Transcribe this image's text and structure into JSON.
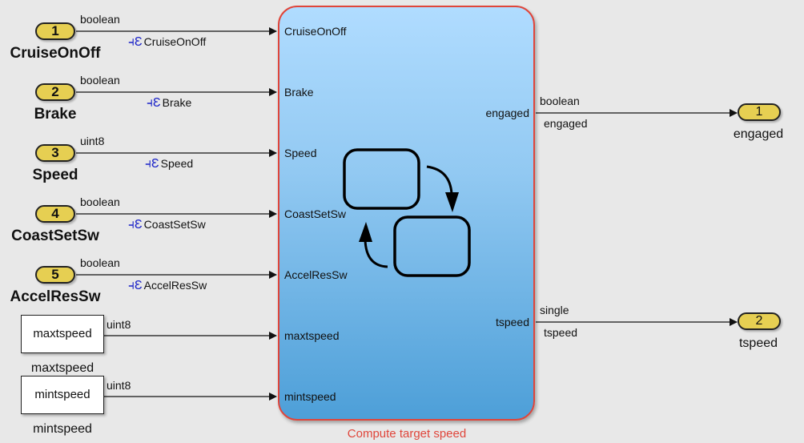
{
  "diagram": {
    "inports": [
      {
        "number": "1",
        "name": "CruiseOnOff",
        "dtype": "boolean",
        "signal": "CruiseOnOff"
      },
      {
        "number": "2",
        "name": "Brake",
        "dtype": "boolean",
        "signal": "Brake"
      },
      {
        "number": "3",
        "name": "Speed",
        "dtype": "uint8",
        "signal": "Speed"
      },
      {
        "number": "4",
        "name": "CoastSetSw",
        "dtype": "boolean",
        "signal": "CoastSetSw"
      },
      {
        "number": "5",
        "name": "AccelResSw",
        "dtype": "boolean",
        "signal": "AccelResSw"
      }
    ],
    "constants": [
      {
        "value": "maxtspeed",
        "name": "maxtspeed",
        "dtype": "uint8"
      },
      {
        "value": "mintspeed",
        "name": "mintspeed",
        "dtype": "uint8"
      }
    ],
    "signal_icon": "signal-resolution-icon",
    "chart": {
      "name": "Compute target speed",
      "input_ports": [
        "CruiseOnOff",
        "Brake",
        "Speed",
        "CoastSetSw",
        "AccelResSw",
        "maxtspeed",
        "mintspeed"
      ],
      "output_ports": [
        "engaged",
        "tspeed"
      ],
      "icon": "stateflow-chart-icon",
      "border_color": "#e0453a"
    },
    "outports": [
      {
        "number": "1",
        "name": "engaged",
        "dtype": "boolean",
        "signal": "engaged"
      },
      {
        "number": "2",
        "name": "tspeed",
        "dtype": "single",
        "signal": "tspeed"
      }
    ],
    "colors": {
      "background": "#e8e8e8",
      "port_fill": "#e6cf52",
      "signal_icon": "#1a22c8",
      "chart_top": "#b0dcff",
      "chart_bottom": "#4d9fd8"
    }
  }
}
